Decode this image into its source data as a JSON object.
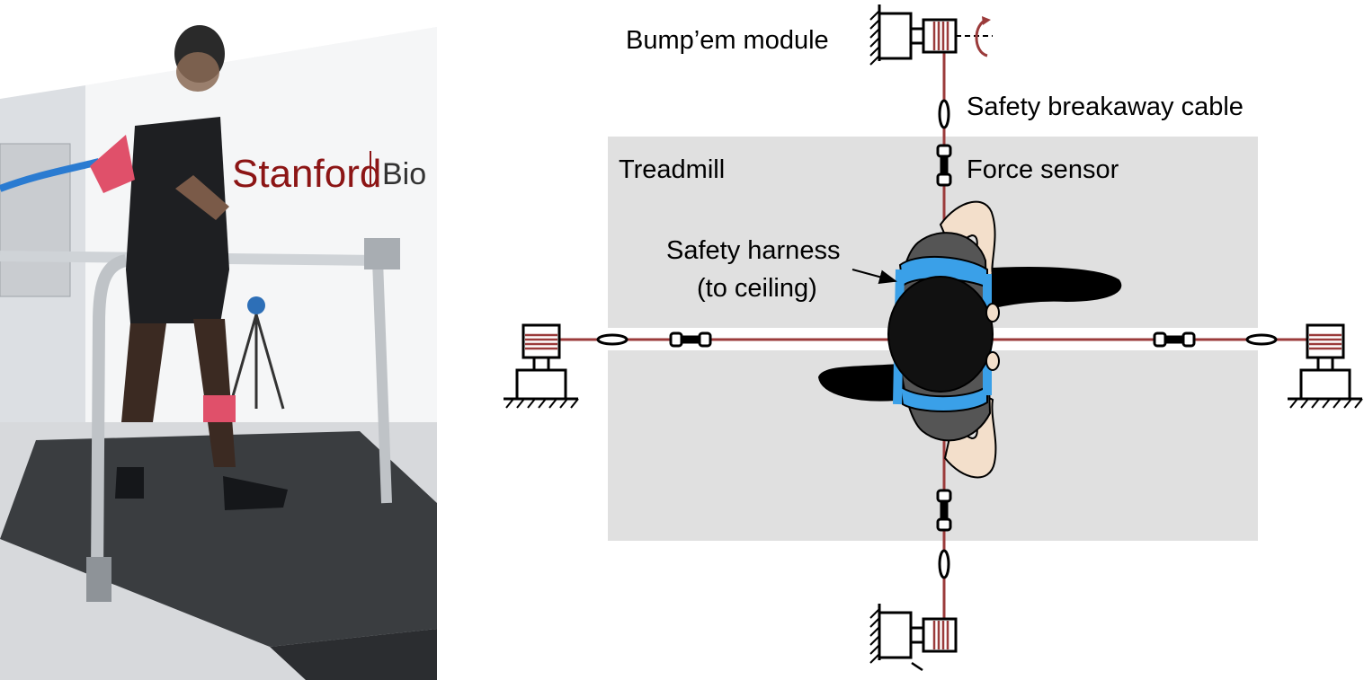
{
  "photo": {
    "wall_logo": "Stanford",
    "wall_text_cut": "Bio"
  },
  "labels": {
    "bumpem_module": "Bump’em module",
    "breakaway_cable": "Safety breakaway cable",
    "treadmill": "Treadmill",
    "force_sensor": "Force sensor",
    "harness_line1": "Safety harness",
    "harness_line2": "(to ceiling)"
  },
  "colors": {
    "cable": "#9b3b3b",
    "treadmill": "#e0e0e0",
    "harness": "#3aa0e8",
    "shirt": "#555555",
    "skin": "#f3dfcb",
    "hair": "#111111"
  }
}
